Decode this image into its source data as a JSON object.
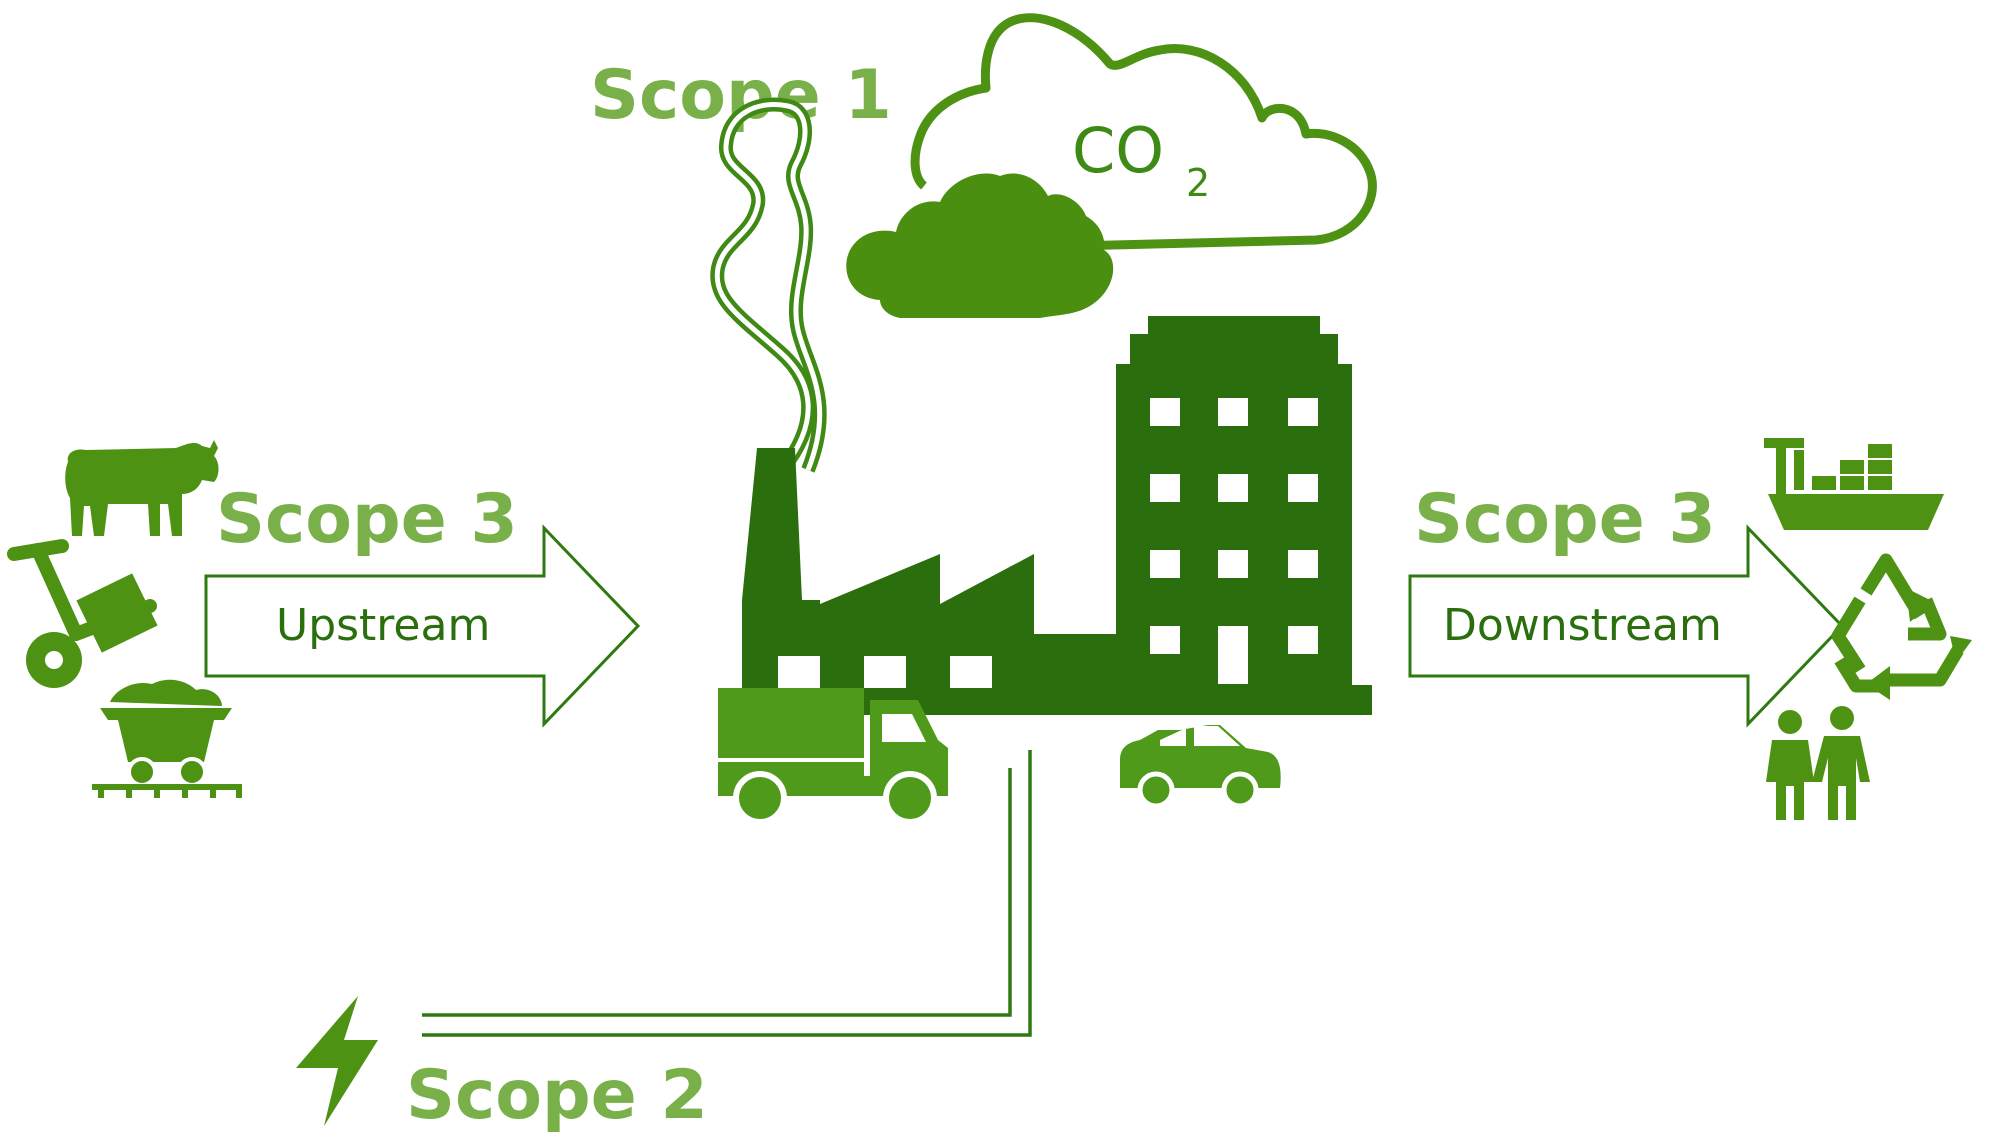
{
  "labels": {
    "scope1": "Scope 1",
    "scope2": "Scope 2",
    "scope3_left": "Scope 3",
    "scope3_right": "Scope 3",
    "upstream": "Upstream",
    "downstream": "Downstream",
    "co2_main": "CO",
    "co2_sub": "2"
  },
  "colors": {
    "label_green": "#79b04a",
    "dark_green": "#2a6e0d",
    "mid_green": "#4a8f10",
    "bright_green": "#4f9a1a",
    "icon_green": "#4e9214",
    "outline_green": "#3f8a14"
  },
  "icons": {
    "left": [
      "cow-icon",
      "hand-truck-icon",
      "mine-cart-icon"
    ],
    "right": [
      "cargo-ship-icon",
      "recycle-icon",
      "people-icon"
    ],
    "center": [
      "smoke-icon",
      "co2-cloud-icon",
      "factory-icon",
      "office-building-icon",
      "truck-icon",
      "car-icon"
    ],
    "bottom": [
      "lightning-bolt-icon"
    ]
  }
}
